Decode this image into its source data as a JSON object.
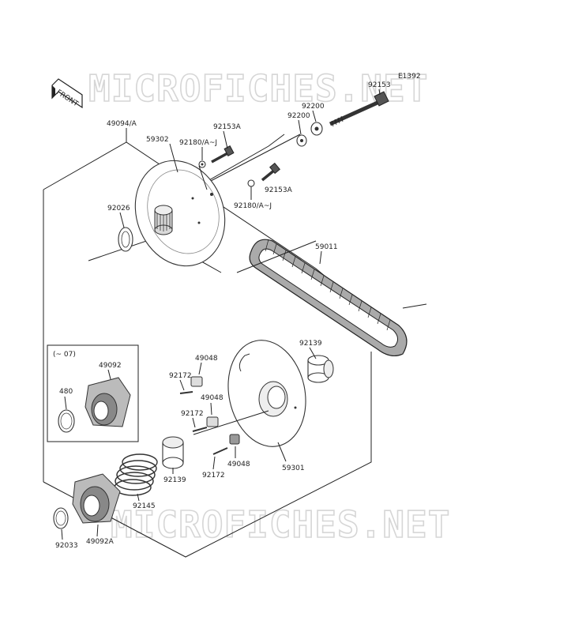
{
  "diagram_code": "E1392",
  "watermark_text": "MICROFICHES.NET",
  "front_label": "FRONT",
  "variant_note": "(~ 07)",
  "labels": {
    "p49094A": "49094/A",
    "p59302": "59302",
    "p92180AJ_top": "92180/A~J",
    "p92153A_top": "92153A",
    "p92153A_mid": "92153A",
    "p92180AJ_mid": "92180/A~J",
    "p92200_a": "92200",
    "p92200_b": "92200",
    "p92153": "92153",
    "p92026": "92026",
    "p59011": "59011",
    "p92139_right": "92139",
    "p49048_a": "49048",
    "p49048_b": "49048",
    "p49048_c": "49048",
    "p92172_a": "92172",
    "p92172_b": "92172",
    "p92172_c": "92172",
    "p59301": "59301",
    "p92139_left": "92139",
    "p92145": "92145",
    "p49092": "49092",
    "p480": "480",
    "p92033": "92033",
    "p49092A": "49092A"
  }
}
